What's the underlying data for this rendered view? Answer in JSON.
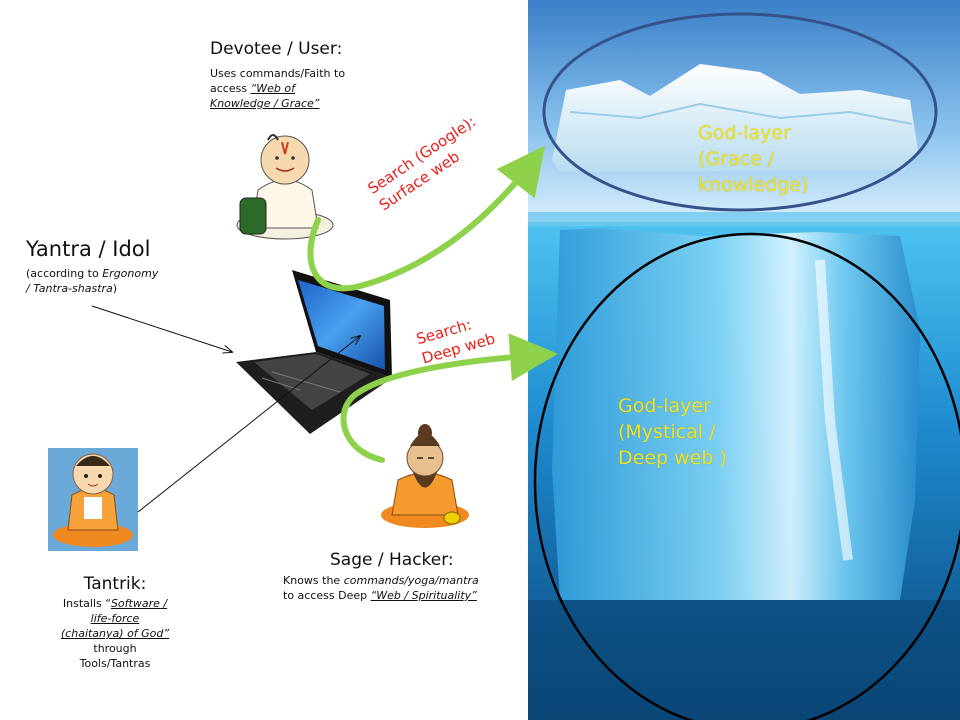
{
  "devotee": {
    "title": "Devotee / User:",
    "line1": "Uses commands/Faith to",
    "line2_prefix": "access ",
    "line2_em": "“Web of",
    "line3_em": "Knowledge / Grace”"
  },
  "yantra": {
    "title": "Yantra / Idol",
    "line1_prefix": "(according to ",
    "line1_em": "Ergonomy",
    "line2_em": "/ Tantra-shastra",
    "line2_suffix": ")"
  },
  "tantrik": {
    "title": "Tantrik:",
    "line1_prefix": "Installs “",
    "line1_em": "Software /",
    "line2_em": "life-force",
    "line3_em": "(chaitanya) of God”",
    "line4": "through",
    "line5": "Tools/Tantras"
  },
  "sage": {
    "title": "Sage / Hacker:",
    "line1_prefix": "Knows the ",
    "line1_em": "commands/yoga/mantra",
    "line2_prefix": "to access Deep ",
    "line2_em": "“Web / Spirituality”"
  },
  "search_surface": {
    "line1": "Search (Google):",
    "line2": "Surface web"
  },
  "search_deep": {
    "line1": "Search:",
    "line2": "Deep web"
  },
  "god_top": {
    "line1": "God-layer",
    "line2": "(Grace /",
    "line3": "knowledge)"
  },
  "god_bottom": {
    "line1": "God-layer",
    "line2": "(Mystical /",
    "line3": "Deep web )"
  },
  "colors": {
    "arrow_green": "#8dd24a",
    "god_text": "#f2e21c",
    "search_text": "#e8201a",
    "ocean_top": "#2a9ee0",
    "ocean_deep": "#0a4a78",
    "sky": "#3f86cf"
  }
}
